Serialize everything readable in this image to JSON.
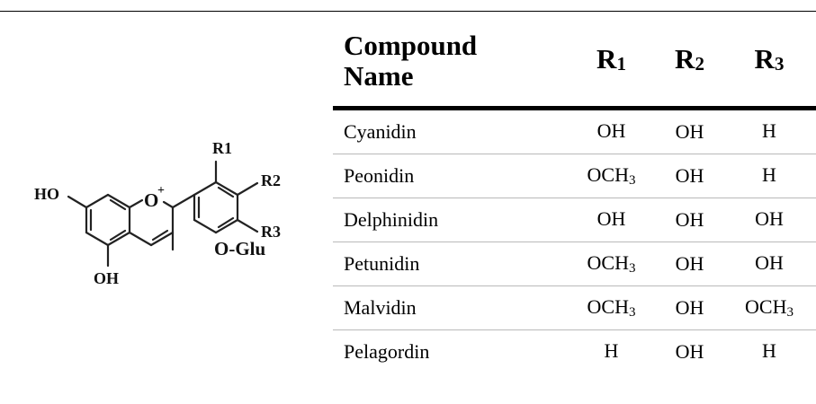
{
  "structure": {
    "labels": {
      "r1": "R1",
      "r2": "R2",
      "r3": "R3",
      "ho": "HO",
      "oplus": "O",
      "plus": "+",
      "oh": "OH",
      "oglu": "O-Glu"
    }
  },
  "table": {
    "headers": {
      "name_line1": "Compound",
      "name_line2": "Name",
      "r1": "R",
      "r1_sub": "1",
      "r2": "R",
      "r2_sub": "2",
      "r3": "R",
      "r3_sub": "3"
    },
    "subscript_3": "3",
    "rows": [
      {
        "name": "Cyanidin",
        "r1": "OH",
        "r1_sub": "",
        "r2": "OH",
        "r3": "H",
        "r3_sub": ""
      },
      {
        "name": "Peonidin",
        "r1": "OCH",
        "r1_sub": "3",
        "r2": "OH",
        "r3": "H",
        "r3_sub": ""
      },
      {
        "name": "Delphinidin",
        "r1": "OH",
        "r1_sub": "",
        "r2": "OH",
        "r3": "OH",
        "r3_sub": ""
      },
      {
        "name": "Petunidin",
        "r1": "OCH",
        "r1_sub": "3",
        "r2": "OH",
        "r3": "OH",
        "r3_sub": ""
      },
      {
        "name": "Malvidin",
        "r1": "OCH",
        "r1_sub": "3",
        "r2": "OH",
        "r3": "OCH",
        "r3_sub": "3"
      },
      {
        "name": "Pelagordin",
        "r1": "H",
        "r1_sub": "",
        "r2": "OH",
        "r3": "H",
        "r3_sub": ""
      }
    ]
  }
}
